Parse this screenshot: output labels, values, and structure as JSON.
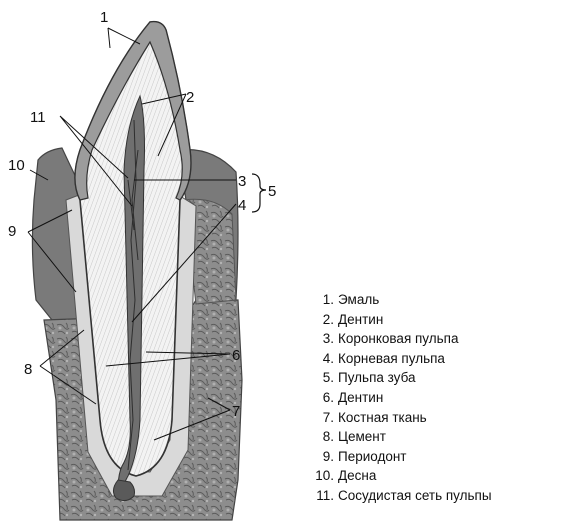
{
  "callouts": [
    "1",
    "2",
    "3",
    "4",
    "5",
    "6",
    "7",
    "8",
    "9",
    "10",
    "11"
  ],
  "legend": [
    {
      "num": "1.",
      "text": "Эмаль"
    },
    {
      "num": "2.",
      "text": "Дентин"
    },
    {
      "num": "3.",
      "text": "Коронковая пульпа"
    },
    {
      "num": "4.",
      "text": "Корневая пульпа"
    },
    {
      "num": "5.",
      "text": "Пульпа зуба"
    },
    {
      "num": "6.",
      "text": "Дентин"
    },
    {
      "num": "7.",
      "text": "Костная ткань"
    },
    {
      "num": "8.",
      "text": "Цемент"
    },
    {
      "num": "9.",
      "text": "Периодонт"
    },
    {
      "num": "10.",
      "text": "Десна"
    },
    {
      "num": "11.",
      "text": "Сосудистая сеть пульпы"
    }
  ]
}
